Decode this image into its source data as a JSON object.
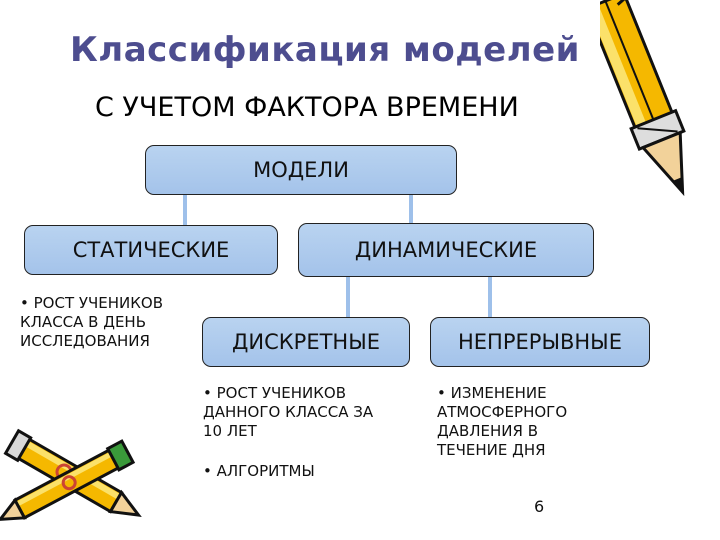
{
  "title": "Классификация моделей",
  "subtitle": "С УЧЕТОМ ФАКТОРА ВРЕМЕНИ",
  "boxes": {
    "root": "МОДЕЛИ",
    "static": "СТАТИЧЕСКИЕ",
    "dynamic": "ДИНАМИЧЕСКИЕ",
    "discrete": "ДИСКРЕТНЫЕ",
    "continuous": "НЕПРЕРЫВНЫЕ"
  },
  "notes": {
    "static": "• РОСТ УЧЕНИКОВ\nКЛАССА В ДЕНЬ\nИССЛЕДОВАНИЯ",
    "discrete_1": "• РОСТ УЧЕНИКОВ\nДАННОГО КЛАССА ЗА\n10 ЛЕТ",
    "discrete_2": "• АЛГОРИТМЫ",
    "continuous": "• ИЗМЕНЕНИЕ\nАТМОСФЕРНОГО\nДАВЛЕНИЯ В\nТЕЧЕНИЕ ДНЯ"
  },
  "page_number": "6",
  "colors": {
    "title": "#4d4d8f",
    "box_fill": "#b9d3f0",
    "connector": "#9ec0ea",
    "pencil_body": "#f5b800"
  },
  "decorations": [
    "pencil-icon",
    "crossed-pencils-icon"
  ]
}
